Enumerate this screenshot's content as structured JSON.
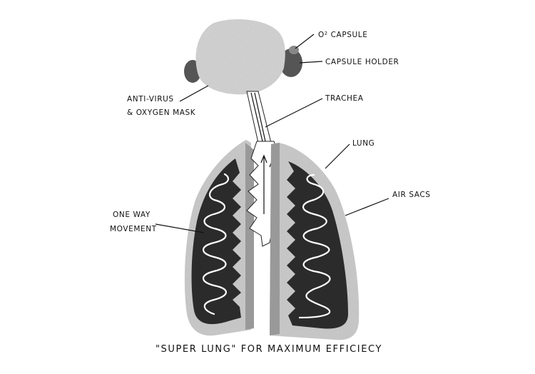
{
  "title": "\"SUPER LUNG\" FOR MAXIMUM EFFICIECY",
  "labels": {
    "o2_capsule": "O² CAPSULE",
    "capsule_holder": "CAPSULE HOLDER",
    "mask_line1": "ANTI-VIRUS",
    "mask_line2": "& OXYGEN MASK",
    "trachea": "TRACHEA",
    "lung": "LUNG",
    "air_sacs": "AIR SACS",
    "movement_line1": "ONE WAY",
    "movement_line2": "MOVEMENT"
  },
  "colors": {
    "tissue": "#c9c9c9",
    "sacs": "#2b2b2b",
    "holder": "#555555",
    "mask": "#d4d4d4"
  }
}
